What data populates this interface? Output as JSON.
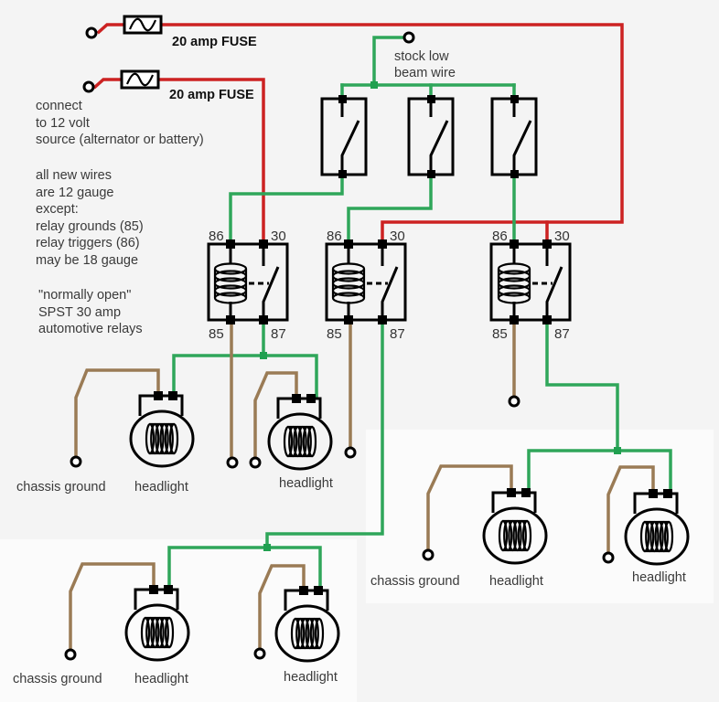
{
  "colors": {
    "power_wire": "#cc2222",
    "signal_wire": "#2fa65a",
    "ground_wire": "#9a7b55",
    "junction": "#20a050",
    "background": "#f4f4f4"
  },
  "labels": {
    "fuse_top": "20 amp FUSE",
    "fuse_bottom": "20 amp FUSE",
    "stock_low_beam": [
      "stock low",
      "beam wire"
    ]
  },
  "notes": {
    "connect": [
      "connect",
      "to 12 volt",
      "source (alternator or battery)"
    ],
    "gauge": [
      "all new wires",
      "are 12 gauge",
      "except:",
      "relay grounds (85)",
      "relay triggers (86)",
      "may be 18 gauge"
    ],
    "relay_type": [
      "\"normally open\"",
      "SPST 30 amp",
      "automotive relays"
    ]
  },
  "relays": [
    {
      "pins": {
        "p86": "86",
        "p30": "30",
        "p85": "85",
        "p87": "87"
      }
    },
    {
      "pins": {
        "p86": "86",
        "p30": "30",
        "p85": "85",
        "p87": "87"
      }
    },
    {
      "pins": {
        "p86": "86",
        "p30": "30",
        "p85": "85",
        "p87": "87"
      }
    }
  ],
  "headlights": [
    {
      "label": "headlight",
      "ground_label": "chassis ground"
    },
    {
      "label": "headlight",
      "ground_label": ""
    },
    {
      "label": "headlight",
      "ground_label": "chassis ground"
    },
    {
      "label": "headlight",
      "ground_label": ""
    },
    {
      "label": "headlight",
      "ground_label": "chassis ground"
    },
    {
      "label": "headlight",
      "ground_label": ""
    }
  ]
}
